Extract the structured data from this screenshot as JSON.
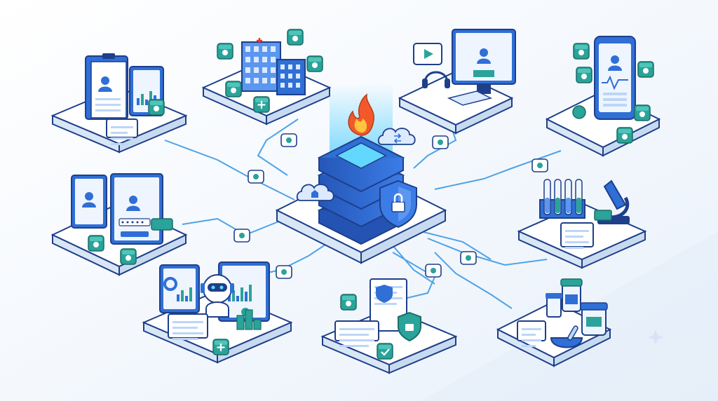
{
  "palette": {
    "background": "#f4f8fd",
    "platform_top": "#ffffff",
    "platform_side": "#d9e6f5",
    "outline": "#1e3f8a",
    "primary_blue": "#2f6fd6",
    "light_blue": "#bcd6f7",
    "teal": "#2aa39a",
    "connector": "#4ea3e6",
    "flame_outer": "#f2592a",
    "flame_inner": "#ffc53d"
  },
  "hub": {
    "name": "central-server-stack",
    "icons": [
      "flame-icon",
      "shield-lock-icon",
      "cloud-home-icon",
      "cloud-sync-icon"
    ]
  },
  "nodes": [
    {
      "id": "patient-records",
      "icons": [
        "clipboard-icon",
        "profile-card-icon",
        "bar-chart-icon",
        "id-card-icon"
      ]
    },
    {
      "id": "hospital",
      "icons": [
        "hospital-building-icon",
        "grid-icon",
        "user-badge-icon",
        "medical-kit-icon"
      ]
    },
    {
      "id": "telehealth",
      "icons": [
        "monitor-doctor-icon",
        "headset-icon",
        "video-play-icon",
        "keyboard-icon"
      ]
    },
    {
      "id": "mobile-health",
      "icons": [
        "smartphone-icon",
        "dumbbell-icon",
        "heart-pulse-icon",
        "music-icon",
        "stethoscope-icon"
      ]
    },
    {
      "id": "user-login",
      "icons": [
        "login-monitor-icon",
        "password-field-icon",
        "user-card-icon"
      ]
    },
    {
      "id": "laboratory",
      "icons": [
        "test-tubes-icon",
        "microscope-icon",
        "lab-report-icon"
      ]
    },
    {
      "id": "ai-analytics",
      "icons": [
        "robot-icon",
        "dashboard-icon",
        "bar-chart-icon",
        "clipboard-icon"
      ]
    },
    {
      "id": "secure-documents",
      "icons": [
        "document-icon",
        "shield-icon",
        "checkmark-icon",
        "file-icon"
      ]
    },
    {
      "id": "pharmacy",
      "icons": [
        "medicine-bottle-icon",
        "mortar-pestle-icon",
        "prescription-card-icon"
      ]
    }
  ],
  "connector_badges": [
    "shield-badge-icon",
    "lock-badge-icon",
    "cloud-badge-icon",
    "folder-badge-icon",
    "transfer-badge-icon",
    "key-badge-icon",
    "sync-badge-icon"
  ]
}
